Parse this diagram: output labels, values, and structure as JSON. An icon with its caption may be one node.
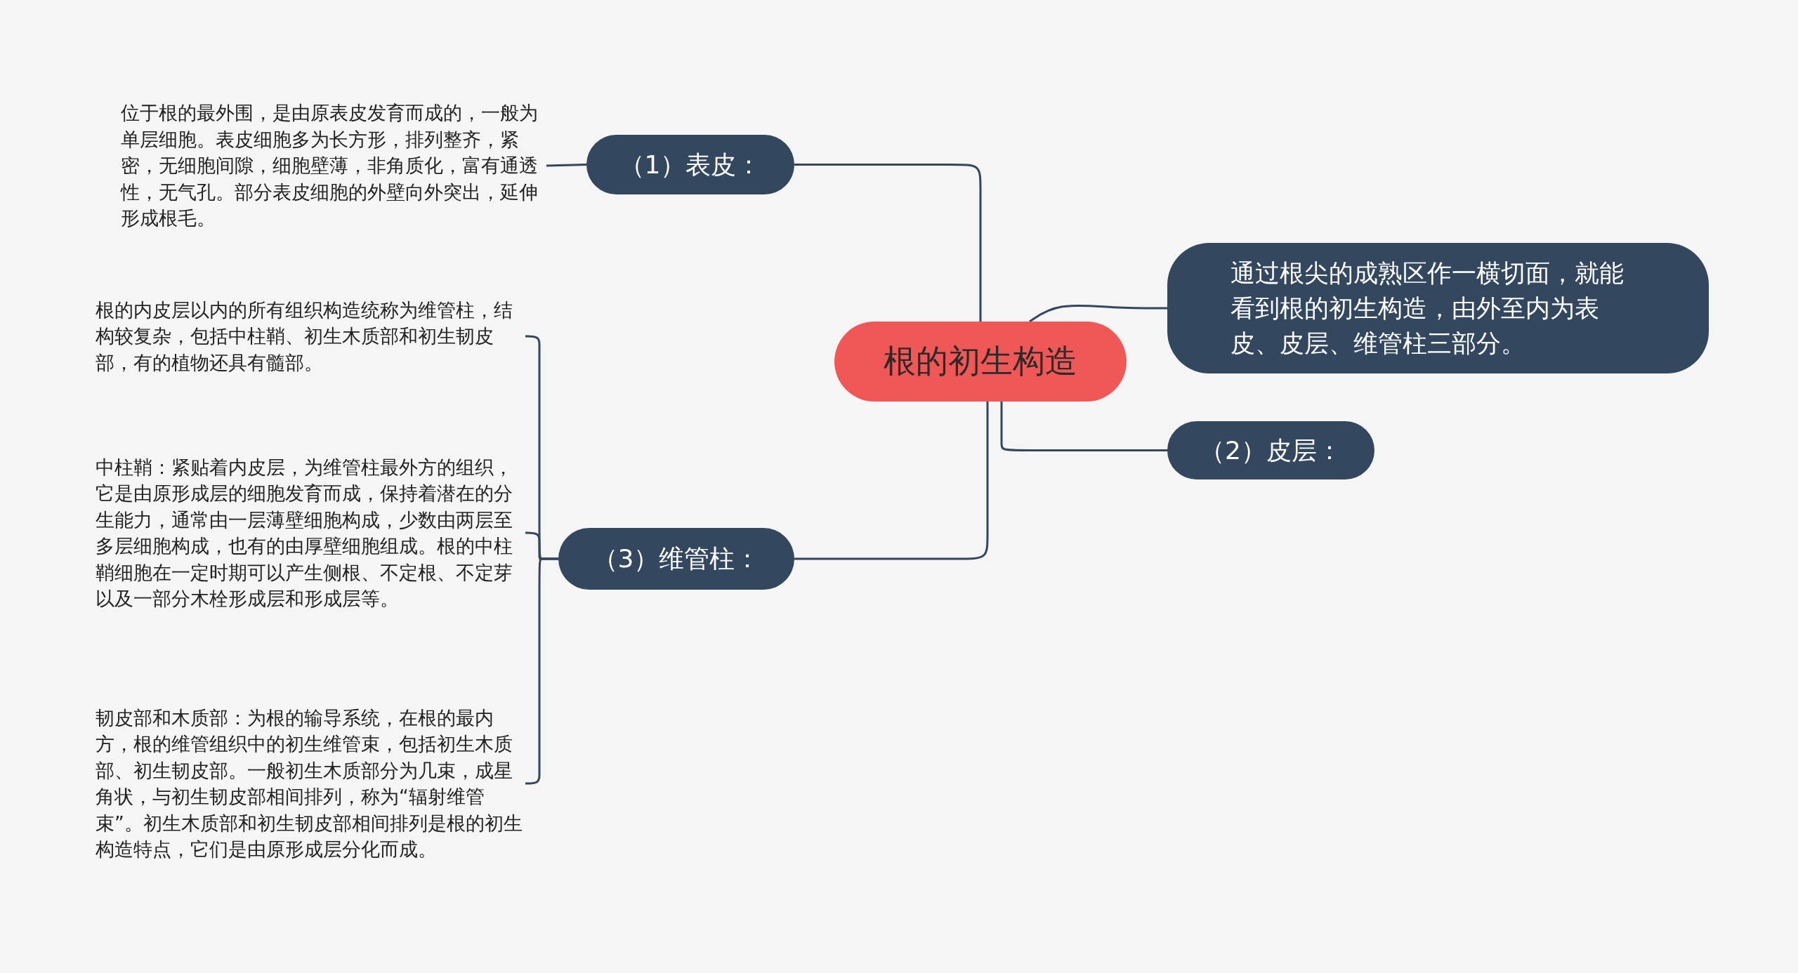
{
  "diagram": {
    "nodes": [
      {
        "text": [
          "根的初生构造"
        ]
      },
      {
        "text": [
          "（1）表皮："
        ]
      },
      {
        "text": [
          "位于根的最外围，是由原表皮发育而成的，一般为单层细胞。表皮细胞多为长方形，排列整齐，紧密，无细胞间隙，细胞壁薄，非角质化，富有通透性，无气孔。部分表皮细胞的外壁向外突出，延伸形成根毛。"
        ]
      },
      {
        "text": [
          "通过根尖的成熟区作一横切面，就能看到根的初生构造，由外至内为表皮、皮层、维管柱三部分。"
        ]
      },
      {
        "text": [
          "（2）皮层："
        ]
      },
      {
        "text": [
          "（3）维管柱："
        ]
      },
      {
        "text": [
          "根的内皮层以内的所有组织构造统称为维管柱，结构较复杂，包括中柱鞘、初生木质部和初生韧皮部，有的植物还具有髓部。"
        ]
      },
      {
        "text": [
          "中柱鞘：紧贴着内皮层，为维管柱最外方的组织，它是由原形成层的细胞发育而成，保持着潜在的分生能力，通常由一层薄壁细胞构成，少数由两层至多层细胞构成，也有的由厚壁细胞组成。根的中柱鞘细胞在一定时期可以产生侧根、不定根、不定芽以及一部分木栓形成层和形成层等。"
        ]
      },
      {
        "text": [
          "韧皮部和木质部：为根的输导系统，在根的最内方，根的维管组织中的初生维管束，包括初生木质部、初生韧皮部。一般初生木质部分为几束，成星角状，与初生韧皮部相间排列，称为“辐射维管束”。初生木质部和初生韧皮部相间排列是根的初生构造特点，它们是由原形成层分化而成。"
        ]
      }
    ],
    "edges": [
      {
        "from": 0,
        "to": 1,
        "arrow": "none"
      },
      {
        "from": 0,
        "to": 3,
        "arrow": "none"
      },
      {
        "from": 0,
        "to": 4,
        "arrow": "none"
      },
      {
        "from": 0,
        "to": 5,
        "arrow": "none"
      },
      {
        "from": 1,
        "to": 2,
        "arrow": "none"
      },
      {
        "from": 5,
        "to": 6,
        "arrow": "none"
      },
      {
        "from": 5,
        "to": 7,
        "arrow": "none"
      },
      {
        "from": 5,
        "to": 8,
        "arrow": "none"
      }
    ]
  }
}
